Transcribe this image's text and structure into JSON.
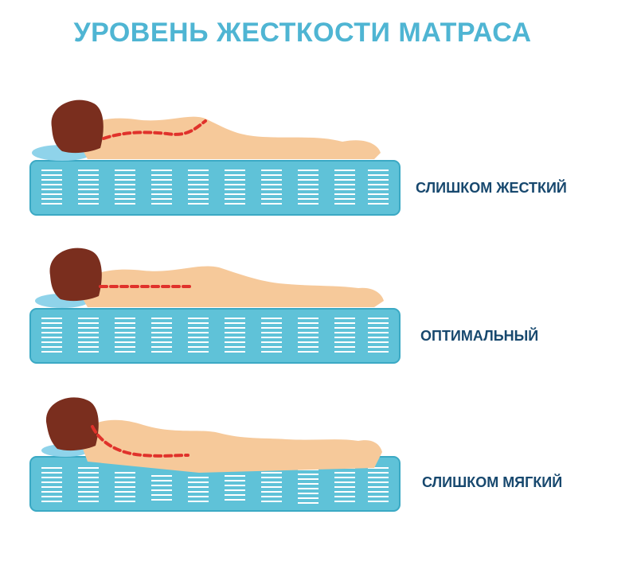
{
  "title": "УРОВЕНЬ ЖЕСТКОСТИ МАТРАСА",
  "levels": [
    {
      "label": "СЛИШКОМ ЖЕСТКИЙ"
    },
    {
      "label": "ОПТИМАЛЬНЫЙ"
    },
    {
      "label": "СЛИШКОМ МЯГКИЙ"
    }
  ],
  "colors": {
    "title": "#4fb5d3",
    "label": "#17486e",
    "mattress": "#5fc2d8",
    "mattress_edge": "#3ba9c4",
    "spring": "#ffffff",
    "skin": "#f6c99a",
    "hair": "#7a2e1e",
    "spine_line": "#e0322b",
    "pillow": "#8fd3ea"
  }
}
